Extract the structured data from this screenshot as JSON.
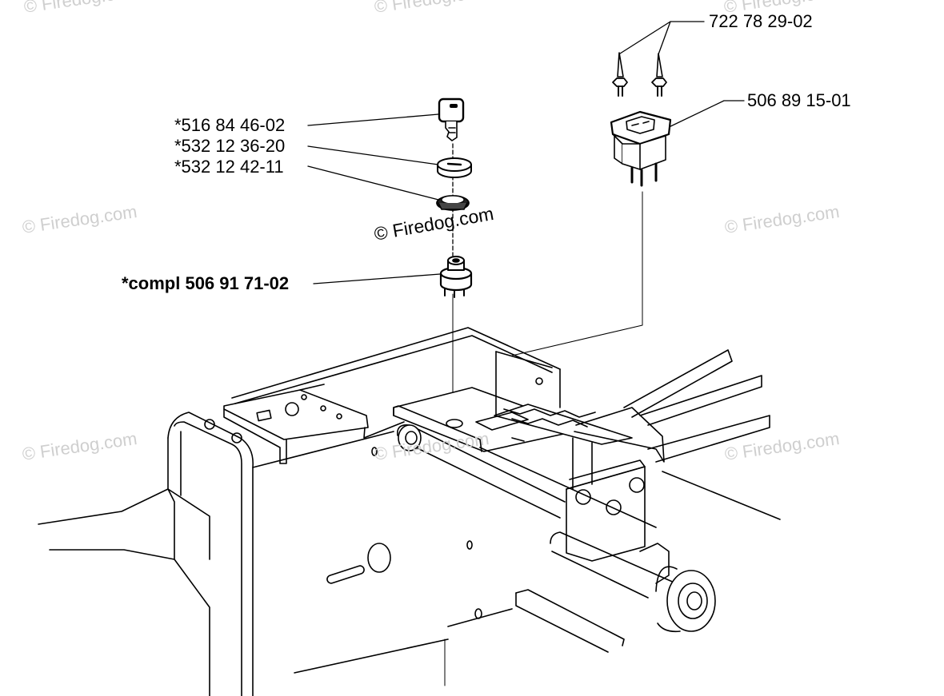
{
  "watermark": "© Firedog.com",
  "parts": {
    "key": "*516 84 46-02",
    "nut": "*532 12 36-20",
    "washer": "*532 12 42-11",
    "ignition_switch": "*compl 506 91 71-02",
    "pins": "722 78 29-02",
    "relay": "506 89 15-01"
  }
}
